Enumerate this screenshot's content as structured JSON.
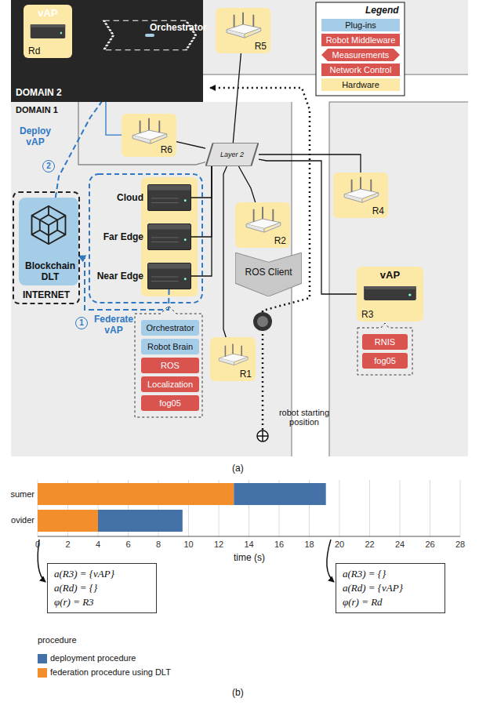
{
  "diagram": {
    "nodes": [
      {
        "text": [
          "DOMAIN 2"
        ]
      },
      {
        "text": [
          "vAP",
          "Rd"
        ],
        "in": 0
      },
      {
        "text": [
          "Orchestrator"
        ],
        "in": 0
      },
      {
        "text": [
          "R5"
        ]
      },
      {
        "text": [
          "R6"
        ]
      },
      {
        "text": [
          "Layer 2"
        ]
      },
      {
        "text": [
          "R4"
        ]
      },
      {
        "text": [
          "Cloud"
        ]
      },
      {
        "text": [
          "Far Edge"
        ]
      },
      {
        "text": [
          "Near Edge"
        ]
      },
      {
        "text": [
          "R2"
        ]
      },
      {
        "text": [
          "ROS Client"
        ]
      },
      {
        "text": [
          "vAP",
          "R3"
        ]
      },
      {
        "text": [
          "INTERNET"
        ]
      },
      {
        "text": [
          "Blockchain DLT"
        ],
        "in": 13
      },
      {
        "text": [
          "R1"
        ]
      },
      {
        "text": [
          "RNIS"
        ]
      },
      {
        "text": [
          "fog05"
        ]
      },
      {
        "text": [
          "Orchestrator"
        ]
      },
      {
        "text": [
          "Robot Brain"
        ]
      },
      {
        "text": [
          "ROS"
        ]
      },
      {
        "text": [
          "Localization"
        ]
      },
      {
        "text": [
          "fog05"
        ]
      },
      {
        "text": [
          "a(R3) = {vAP}",
          "a(Rd) = {}",
          "φ(r) = R3"
        ]
      },
      {
        "text": [
          "a(R3) = {}",
          "a(Rd) = {vAP}",
          "φ(r) = Rd"
        ]
      }
    ],
    "edges": [
      {
        "from": 5,
        "to": 4,
        "arrow": "none"
      },
      {
        "from": 5,
        "to": 3,
        "arrow": "none"
      },
      {
        "from": 5,
        "to": 6,
        "arrow": "none"
      },
      {
        "from": 5,
        "to": 10,
        "arrow": "none"
      },
      {
        "from": 5,
        "to": 15,
        "arrow": "none"
      },
      {
        "from": 5,
        "to": 12,
        "arrow": "none"
      },
      {
        "from": 5,
        "to": 7,
        "arrow": "none"
      },
      {
        "from": 5,
        "to": 8,
        "arrow": "none"
      },
      {
        "from": 5,
        "to": 9,
        "arrow": "none"
      },
      {
        "from": 1,
        "to": 5,
        "arrow": "none"
      },
      {
        "from": 9,
        "to": 14,
        "arrow": "to"
      },
      {
        "from": 14,
        "to": 2,
        "arrow": "to"
      },
      {
        "from": 4,
        "to": 2,
        "arrow": "none"
      }
    ],
    "labels": [
      "DOMAIN 1",
      "Legend",
      "Deploy vAP",
      "2",
      "Federate vAP",
      "1",
      "robot starting position",
      "(a)",
      "sumer",
      "ovider",
      "0",
      "2",
      "4",
      "6",
      "8",
      "10",
      "12",
      "14",
      "16",
      "18",
      "20",
      "22",
      "24",
      "26",
      "28",
      "time (s)",
      "procedure",
      "(b)"
    ],
    "legend": [
      {
        "text": "Plug-ins",
        "color": "#a6cde8"
      },
      {
        "text": "Robot Middleware",
        "color": "#d9534f"
      },
      {
        "text": "Measurements"
      },
      {
        "text": "Network Control",
        "color": "#d9534f"
      },
      {
        "text": "Hardware",
        "color": "#fde9a7"
      },
      {
        "text": "deployment procedure",
        "color": "#4472a8"
      },
      {
        "text": "federation procedure using DLT",
        "color": "#f28e2b"
      }
    ]
  }
}
